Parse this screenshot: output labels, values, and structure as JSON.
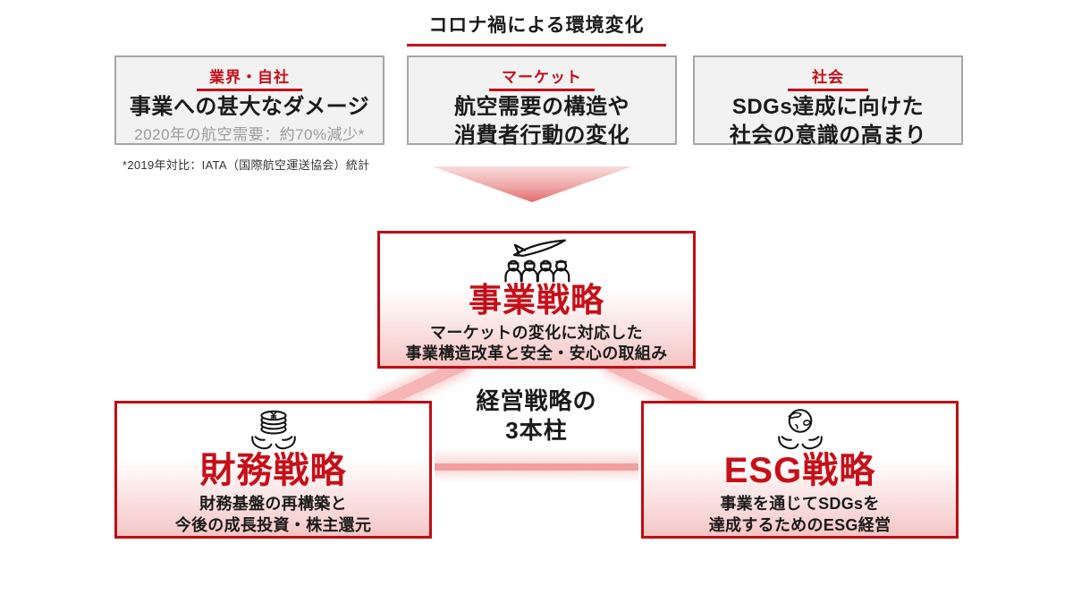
{
  "colors": {
    "accent": "#c5101a",
    "red_border": "#bf0d13",
    "gray_bg": "#f2f2f2",
    "gray_border": "#a6a6a6",
    "gray_text": "#9b9b9b",
    "pink_connector": "#f6b6b6"
  },
  "header": {
    "title": "コロナ禍による環境変化"
  },
  "factors": [
    {
      "label": "業界・自社",
      "line1": "事業への甚大なダメージ",
      "line2": "",
      "subtext": "2020年の航空需要：約70%減少*"
    },
    {
      "label": "マーケット",
      "line1": "航空需要の構造や",
      "line2": "消費者行動の変化",
      "subtext": ""
    },
    {
      "label": "社会",
      "line1": "SDGs達成に向けた",
      "line2": "社会の意識の高まり",
      "subtext": ""
    }
  ],
  "footnote": "*2019年対比：IATA（国際航空運送協会）統計",
  "pillars_label": {
    "line1": "経営戦略の",
    "line2": "3本柱"
  },
  "strategies": {
    "business": {
      "title": "事業戦略",
      "desc1": "マーケットの変化に対応した",
      "desc2": "事業構造改革と安全・安心の取組み",
      "icon": "airplane-crew-icon"
    },
    "finance": {
      "title": "財務戦略",
      "desc1": "財務基盤の再構築と",
      "desc2": "今後の成長投資・株主還元",
      "icon": "coins-in-hands-icon"
    },
    "esg": {
      "title": "ESG戦略",
      "desc1": "事業を通じてSDGsを",
      "desc2": "達成するためのESG経営",
      "icon": "globe-in-hands-icon"
    }
  }
}
